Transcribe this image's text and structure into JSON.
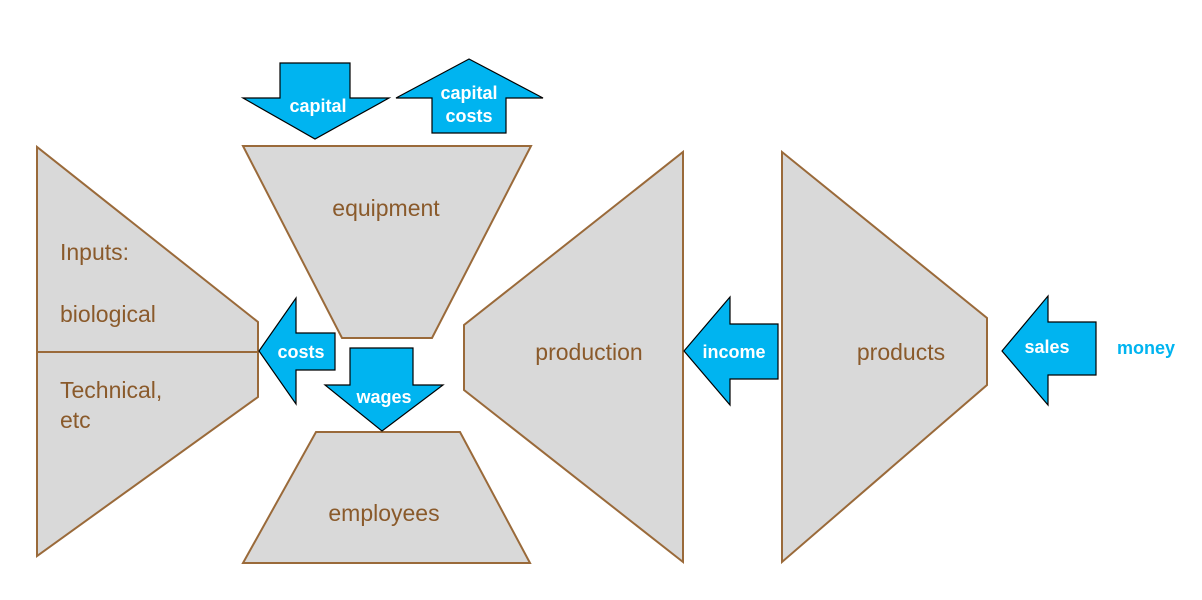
{
  "nodes": {
    "inputs": {
      "line1": "Inputs:",
      "line2": "biological",
      "line3": "Technical,",
      "line4": "etc"
    },
    "equipment": "equipment",
    "employees": "employees",
    "production": "production",
    "products": "products"
  },
  "flows": {
    "capital": "capital",
    "capital_costs_line1": "capital",
    "capital_costs_line2": "costs",
    "costs": "costs",
    "wages": "wages",
    "income": "income",
    "sales": "sales",
    "money": "money"
  },
  "colors": {
    "shape_fill": "#d9d9d9",
    "shape_stroke": "#9a6a3a",
    "arrow_fill": "#00b4f0",
    "text_brown": "#8a5a2b"
  }
}
